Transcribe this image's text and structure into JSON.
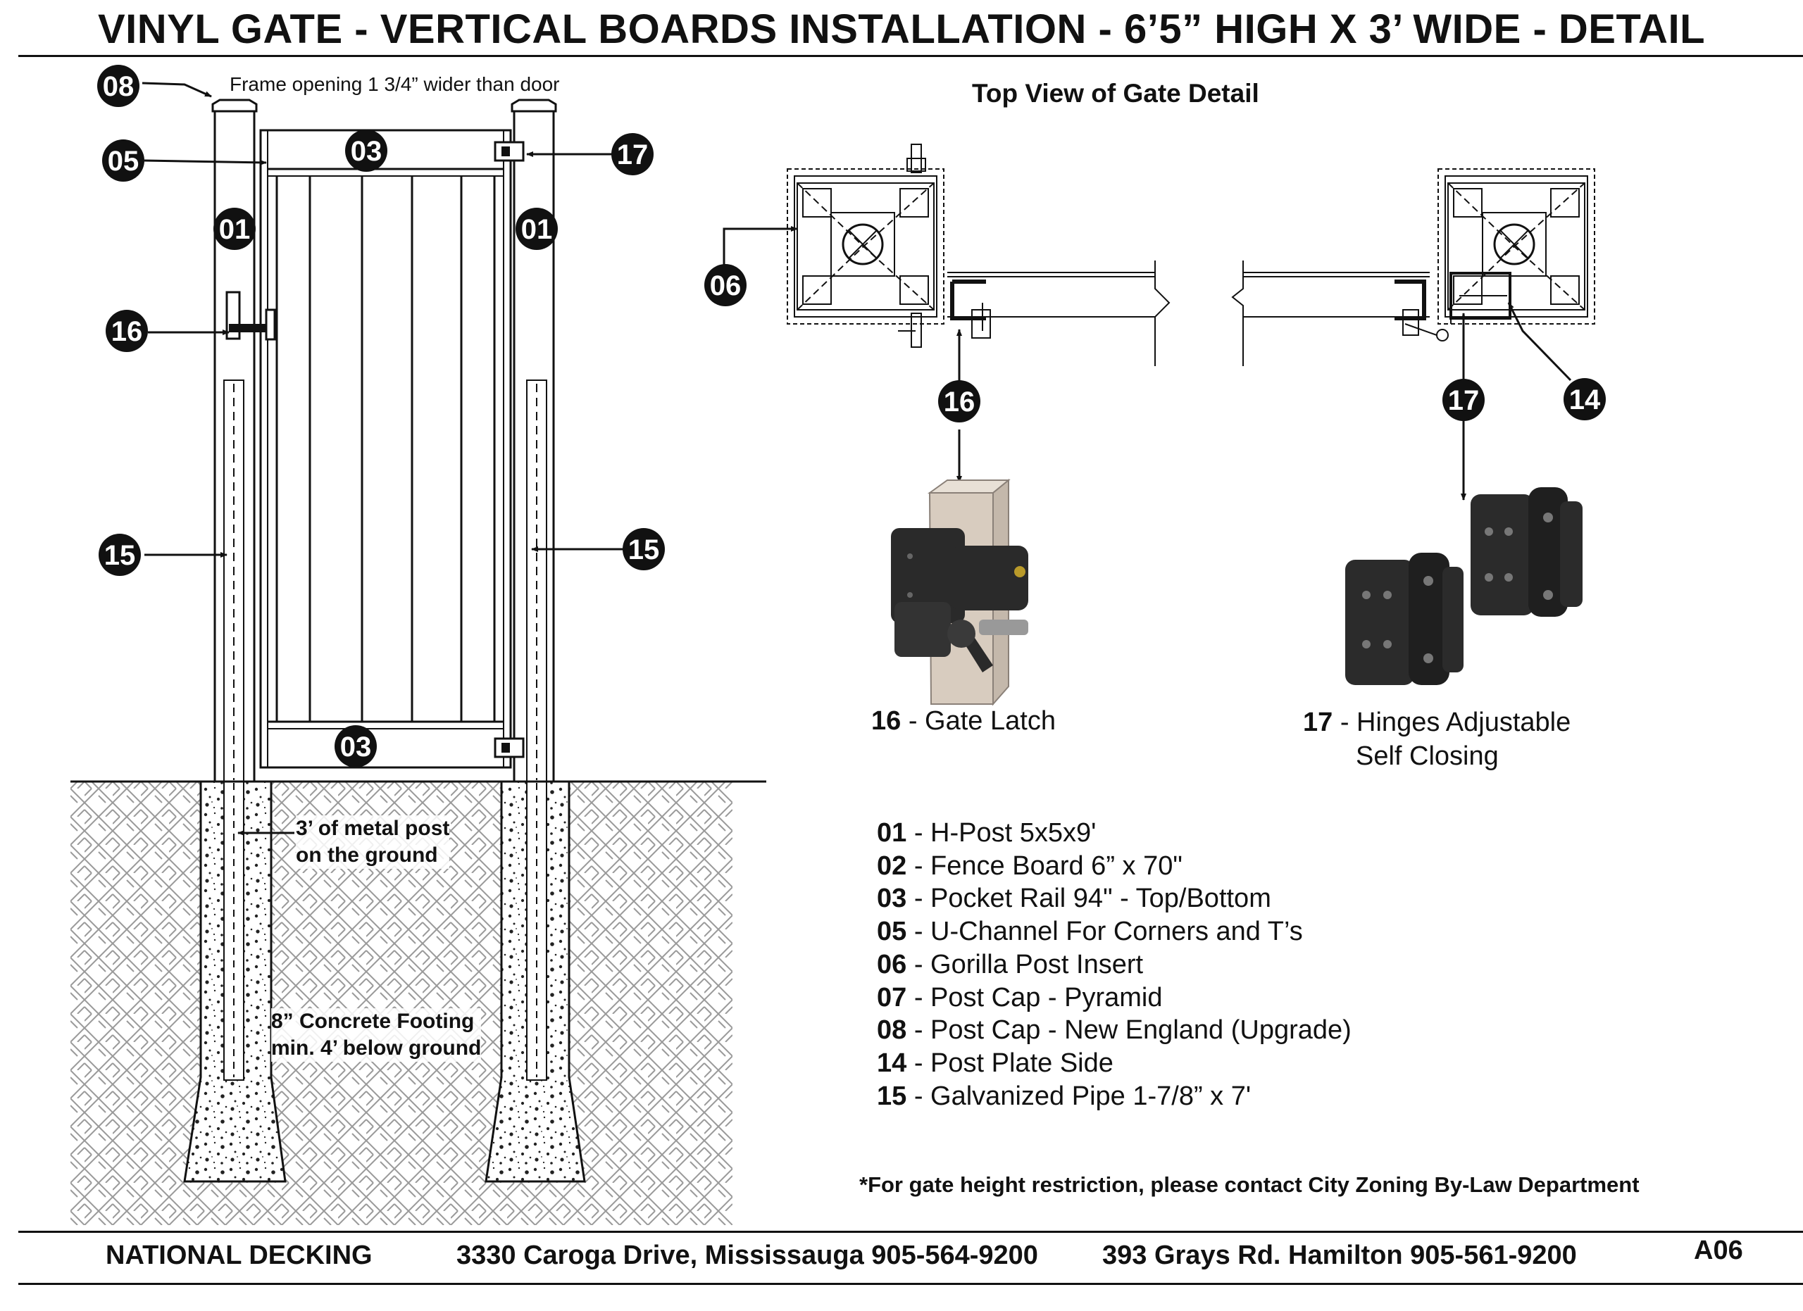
{
  "title": "VINYL GATE - VERTICAL BOARDS INSTALLATION - 6’5” HIGH X 3’ WIDE - DETAIL",
  "notes": {
    "frame_opening": "Frame opening 1 3/4” wider than door",
    "metal_post_line1": "3’ of metal post",
    "metal_post_line2": "on the ground",
    "footing_line1": "8” Concrete Footing",
    "footing_line2": "min. 4’ below ground",
    "top_view": "Top View of Gate Detail",
    "restriction": "*For gate height restriction, please contact City Zoning By-Law Department"
  },
  "callouts": {
    "c08": "08",
    "c05": "05",
    "c03a": "03",
    "c03b": "03",
    "c17a": "17",
    "c01a": "01",
    "c01b": "01",
    "c16a": "16",
    "c15a": "15",
    "c15b": "15",
    "c06": "06",
    "c16b": "16",
    "c17b": "17",
    "c14": "14"
  },
  "captions": {
    "latch_num": "16",
    "latch_text": " - Gate Latch",
    "hinge_num": "17",
    "hinge_text1": " - Hinges  Adjustable",
    "hinge_text2": "Self Closing"
  },
  "legend": [
    {
      "code": "01",
      "text": " - H-Post 5x5x9'"
    },
    {
      "code": "02",
      "text": " - Fence Board 6” x 70\""
    },
    {
      "code": "03",
      "text": " - Pocket Rail 94\" - Top/Bottom"
    },
    {
      "code": "05",
      "text": " - U-Channel For Corners and T’s"
    },
    {
      "code": "06",
      "text": " - Gorilla Post Insert"
    },
    {
      "code": "07",
      "text": " - Post Cap - Pyramid"
    },
    {
      "code": "08",
      "text": " - Post Cap - New England (Upgrade)"
    },
    {
      "code": "14",
      "text": " - Post Plate Side"
    },
    {
      "code": "15",
      "text": " - Galvanized Pipe 1-7/8” x 7'"
    }
  ],
  "footer": {
    "company": "NATIONAL DECKING",
    "address1": "3330 Caroga Drive, Mississauga 905-564-9200",
    "address2": "393 Grays Rd. Hamilton 905-561-9200",
    "sheet": "A06"
  },
  "colors": {
    "ink": "#111111",
    "hardware": "#2a2a2a",
    "post_sleeve": "#d8ccbf"
  }
}
